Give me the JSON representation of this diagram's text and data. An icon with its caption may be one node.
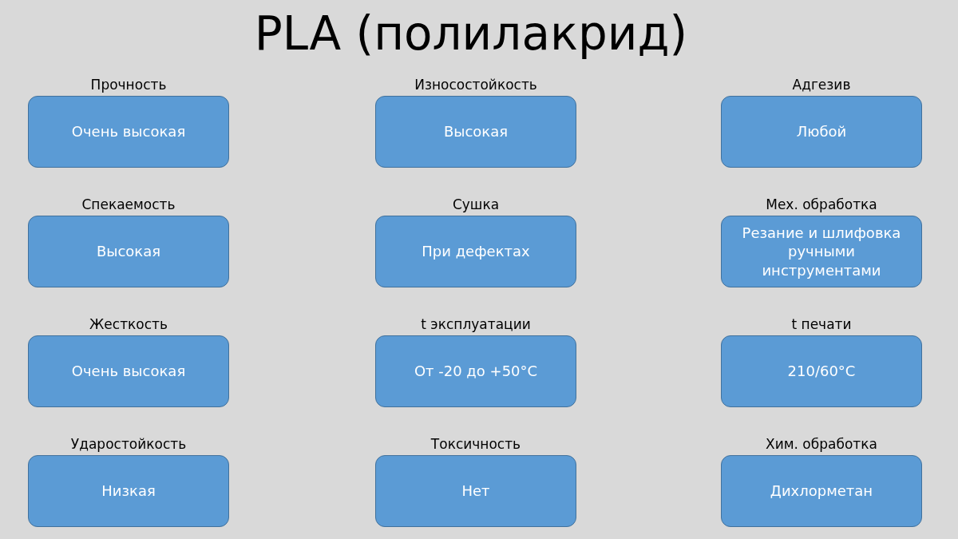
{
  "diagram": {
    "title": "PLA (полилакрид)",
    "nodes": [
      {
        "text": [
          "Прочность",
          "Очень высокая"
        ]
      },
      {
        "text": [
          "Износостойкость",
          "Высокая"
        ]
      },
      {
        "text": [
          "Адгезив",
          "Любой"
        ]
      },
      {
        "text": [
          "Спекаемость",
          "Высокая"
        ]
      },
      {
        "text": [
          "Сушка",
          "При дефектах"
        ]
      },
      {
        "text": [
          "Мех. обработка",
          "Резание и шлифовка ручными инструментами"
        ]
      },
      {
        "text": [
          "Жесткость",
          "Очень высокая"
        ]
      },
      {
        "text": [
          "t эксплуатации",
          "От -20 до +50°C"
        ]
      },
      {
        "text": [
          "t печати",
          "210/60°C"
        ]
      },
      {
        "text": [
          "Ударостойкость",
          "Низкая"
        ]
      },
      {
        "text": [
          "Токсичность",
          "Нет"
        ]
      },
      {
        "text": [
          "Хим. обработка",
          "Дихлорметан"
        ]
      }
    ]
  }
}
